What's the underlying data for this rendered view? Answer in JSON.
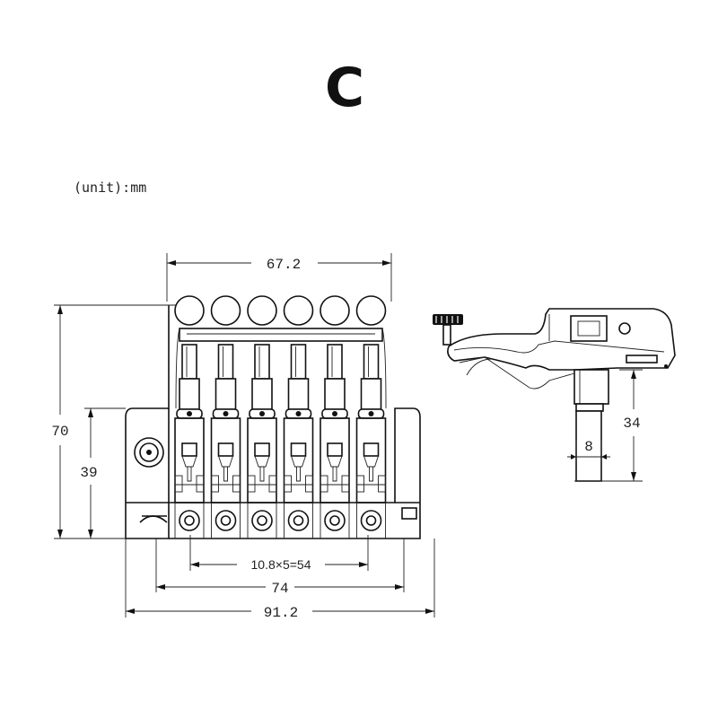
{
  "diagram": {
    "title": "C",
    "unit_note": "(unit):mm",
    "dimensions": {
      "top_width": "67.2",
      "total_height": "70",
      "body_height": "39",
      "string_spacing": "10.8×5=54",
      "base_width": "74",
      "overall_width": "91.2",
      "post_depth": "34",
      "post_diameter": "8"
    }
  }
}
